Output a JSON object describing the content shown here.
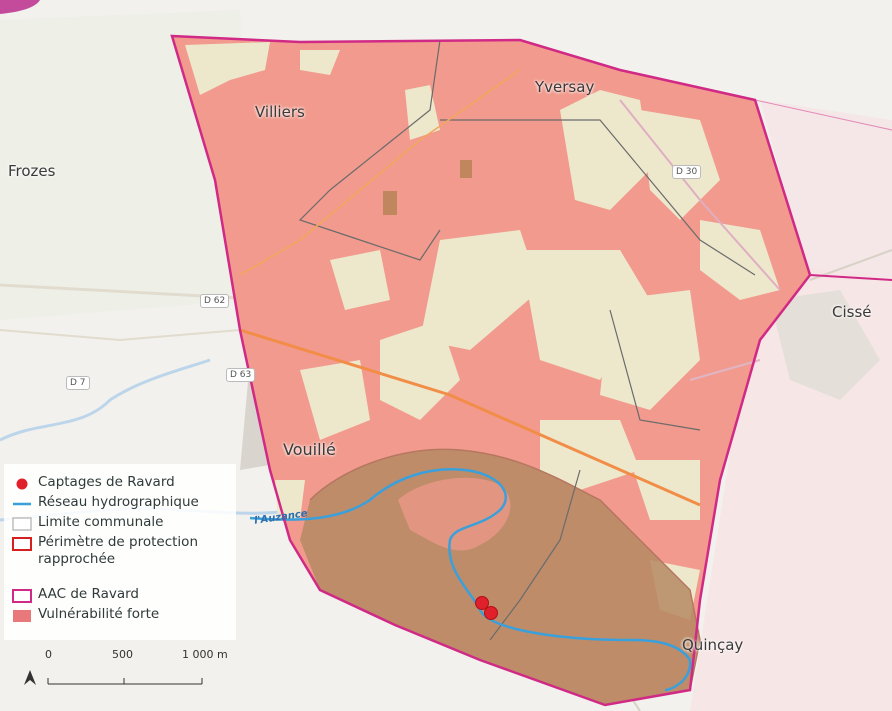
{
  "places": {
    "villiers": "Villiers",
    "yversay": "Yversay",
    "frozes": "Frozes",
    "cisse": "Cissé",
    "vouille": "Vouillé",
    "quincay": "Quinçay"
  },
  "road_labels": {
    "d30": "D 30",
    "d62": "D 62",
    "d63": "D 63",
    "d7": "D 7",
    "auzance": "l'Auzance"
  },
  "legend": {
    "captages": "Captages de Ravard",
    "reseau": "Réseau hydrographique",
    "limite": "Limite communale",
    "perimetre": "Périmètre de protection rapprochée",
    "aac": "AAC de Ravard",
    "vulnerabilite": "Vulnérabilité forte"
  },
  "scale": {
    "t0": "0",
    "t1": "500",
    "t2": "1 000 m"
  },
  "colors": {
    "vulnerability": "#f19a8d",
    "aac_border": "#d02a86",
    "river": "#3aa0dc",
    "capture_point": "#e0202a",
    "protection_perimeter": "#d62020",
    "commune_limit": "#bdbdbd",
    "low_zone": "#ede8cc",
    "perimeter_fill": "#b58a63"
  },
  "icons": {
    "north_arrow": "north-arrow-icon",
    "captage": "red-dot-icon"
  }
}
